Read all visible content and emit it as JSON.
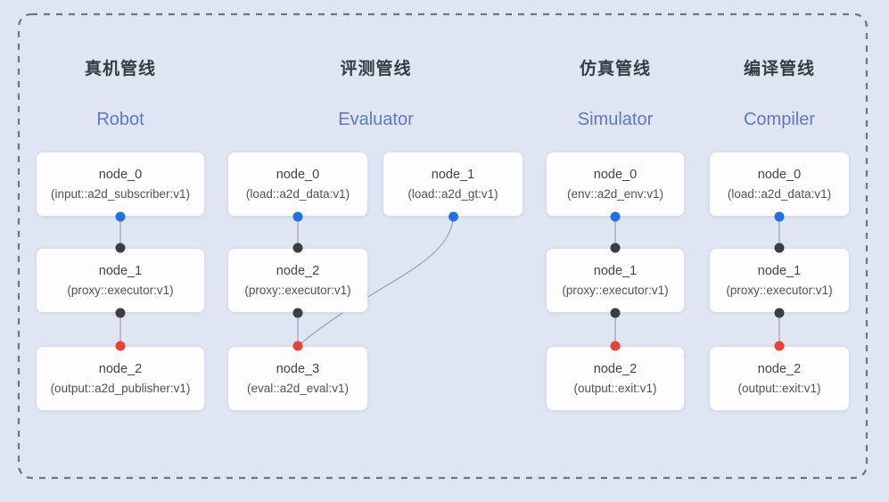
{
  "diagram": {
    "pipelines": [
      {
        "title_cn": "真机管线",
        "title_en": "Robot",
        "nodes": [
          {
            "name": "node_0",
            "type": "(input::a2d_subscriber:v1)"
          },
          {
            "name": "node_1",
            "type": "(proxy::executor:v1)"
          },
          {
            "name": "node_2",
            "type": "(output::a2d_publisher:v1)"
          }
        ],
        "edges": [
          [
            "node_0",
            "node_1"
          ],
          [
            "node_1",
            "node_2"
          ]
        ]
      },
      {
        "title_cn": "评测管线",
        "title_en": "Evaluator",
        "nodes": [
          {
            "name": "node_0",
            "type": "(load::a2d_data:v1)"
          },
          {
            "name": "node_1",
            "type": "(load::a2d_gt:v1)"
          },
          {
            "name": "node_2",
            "type": "(proxy::executor:v1)"
          },
          {
            "name": "node_3",
            "type": "(eval::a2d_eval:v1)"
          }
        ],
        "edges": [
          [
            "node_0",
            "node_2"
          ],
          [
            "node_1",
            "node_3"
          ],
          [
            "node_2",
            "node_3"
          ]
        ]
      },
      {
        "title_cn": "仿真管线",
        "title_en": "Simulator",
        "nodes": [
          {
            "name": "node_0",
            "type": "(env::a2d_env:v1)"
          },
          {
            "name": "node_1",
            "type": "(proxy::executor:v1)"
          },
          {
            "name": "node_2",
            "type": "(output::exit:v1)"
          }
        ],
        "edges": [
          [
            "node_0",
            "node_1"
          ],
          [
            "node_1",
            "node_2"
          ]
        ]
      },
      {
        "title_cn": "编译管线",
        "title_en": "Compiler",
        "nodes": [
          {
            "name": "node_0",
            "type": "(load::a2d_data:v1)"
          },
          {
            "name": "node_1",
            "type": "(proxy::executor:v1)"
          },
          {
            "name": "node_2",
            "type": "(output::exit:v1)"
          }
        ],
        "edges": [
          [
            "node_0",
            "node_1"
          ],
          [
            "node_1",
            "node_2"
          ]
        ]
      }
    ],
    "colors": {
      "background": "#dfe5f3",
      "dashed_border": "#70757e",
      "header_cn": "#373c43",
      "header_en": "#5f79c1",
      "node_bg": "#fdfdfe",
      "node_border": "#d7dce6",
      "edge": "#97a0ae",
      "port_blue": "#2170e6",
      "port_black": "#3b3d40",
      "port_red": "#e8432f"
    }
  }
}
